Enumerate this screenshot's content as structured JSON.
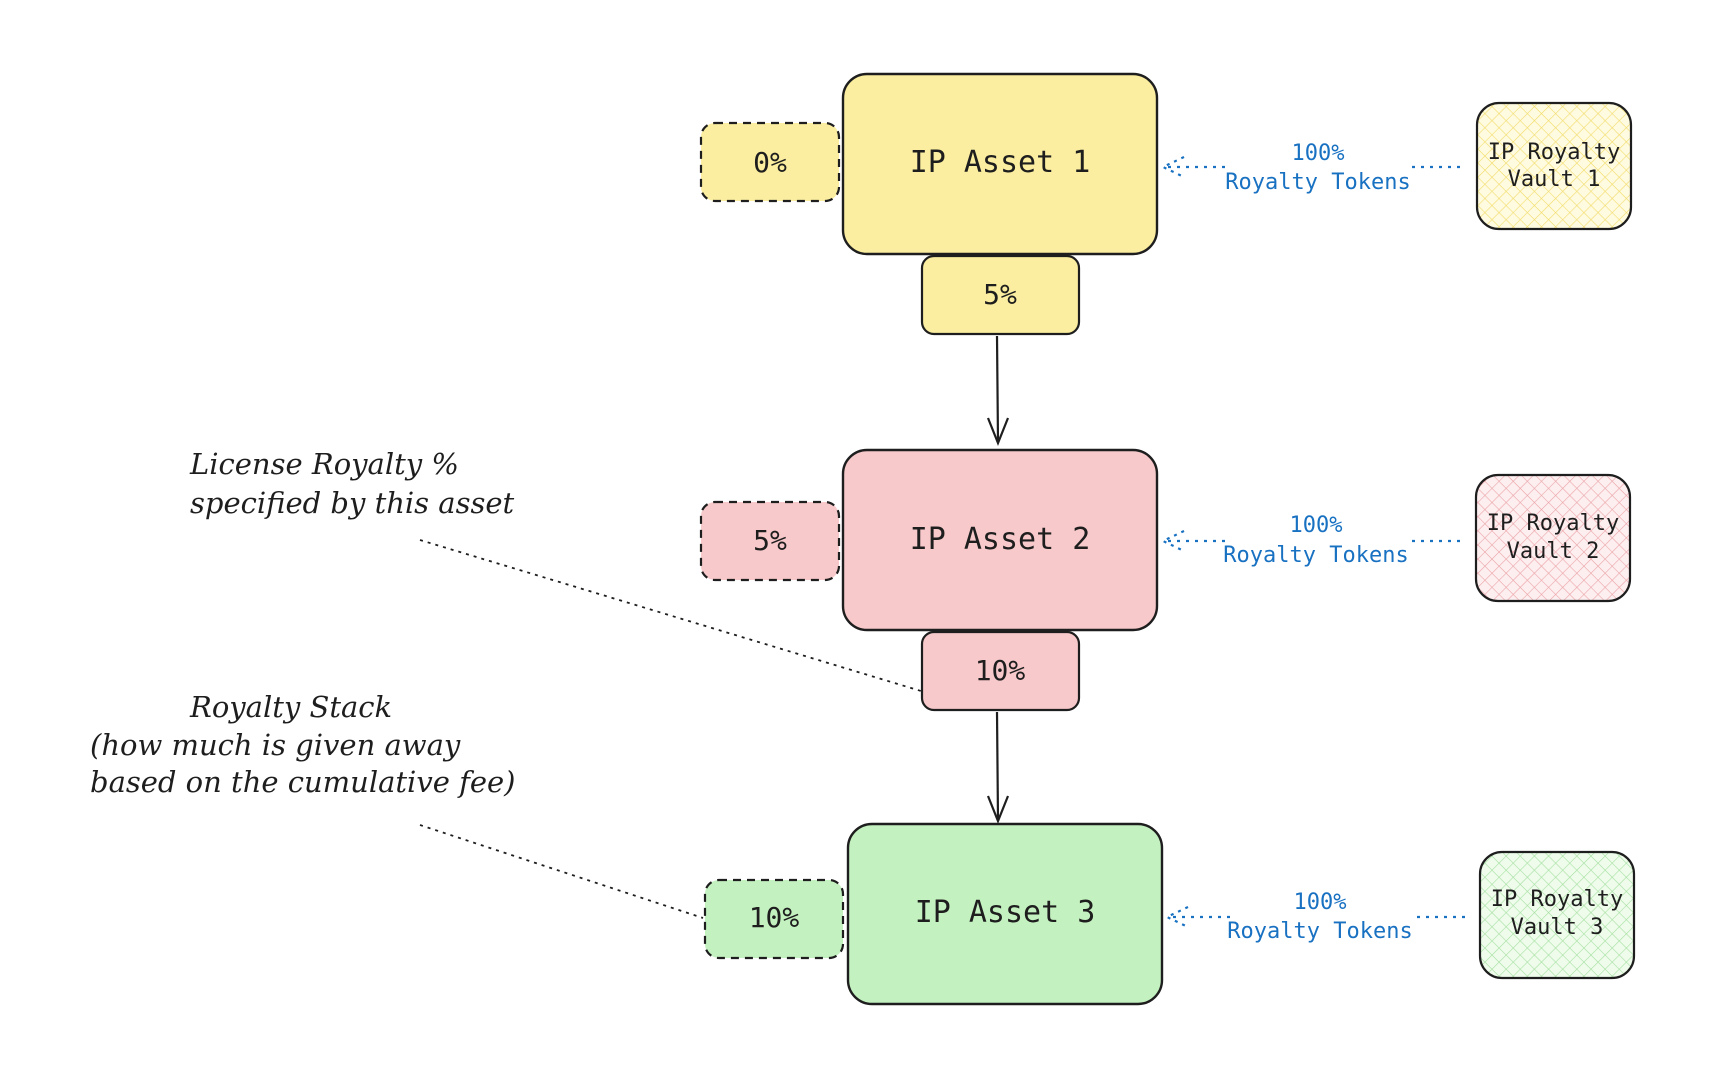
{
  "colors": {
    "yellow": "#fbeea0",
    "pink": "#f7c9ca",
    "green": "#c4f1c0",
    "stroke": "#1e1e1e",
    "blue": "#1971c2"
  },
  "assets": [
    {
      "name": "IP Asset 1",
      "color": "yellow",
      "license_pct": "0%",
      "stack_pct": "5%",
      "token_pct": "100%",
      "token_label": "Royalty Tokens",
      "vault_line1": "IP Royalty",
      "vault_line2": "Vault 1"
    },
    {
      "name": "IP Asset 2",
      "color": "pink",
      "license_pct": "5%",
      "stack_pct": "10%",
      "token_pct": "100%",
      "token_label": "Royalty Tokens",
      "vault_line1": "IP Royalty",
      "vault_line2": "Vault 2"
    },
    {
      "name": "IP Asset 3",
      "color": "green",
      "license_pct": "10%",
      "token_pct": "100%",
      "token_label": "Royalty Tokens",
      "vault_line1": "IP Royalty",
      "vault_line2": "Vault 3"
    }
  ],
  "annotations": {
    "license_note_line1": "License Royalty %",
    "license_note_line2": "specified by this asset",
    "stack_note_line1": "Royalty Stack",
    "stack_note_line2": "(how much is given away",
    "stack_note_line3": "based on the cumulative fee)"
  }
}
